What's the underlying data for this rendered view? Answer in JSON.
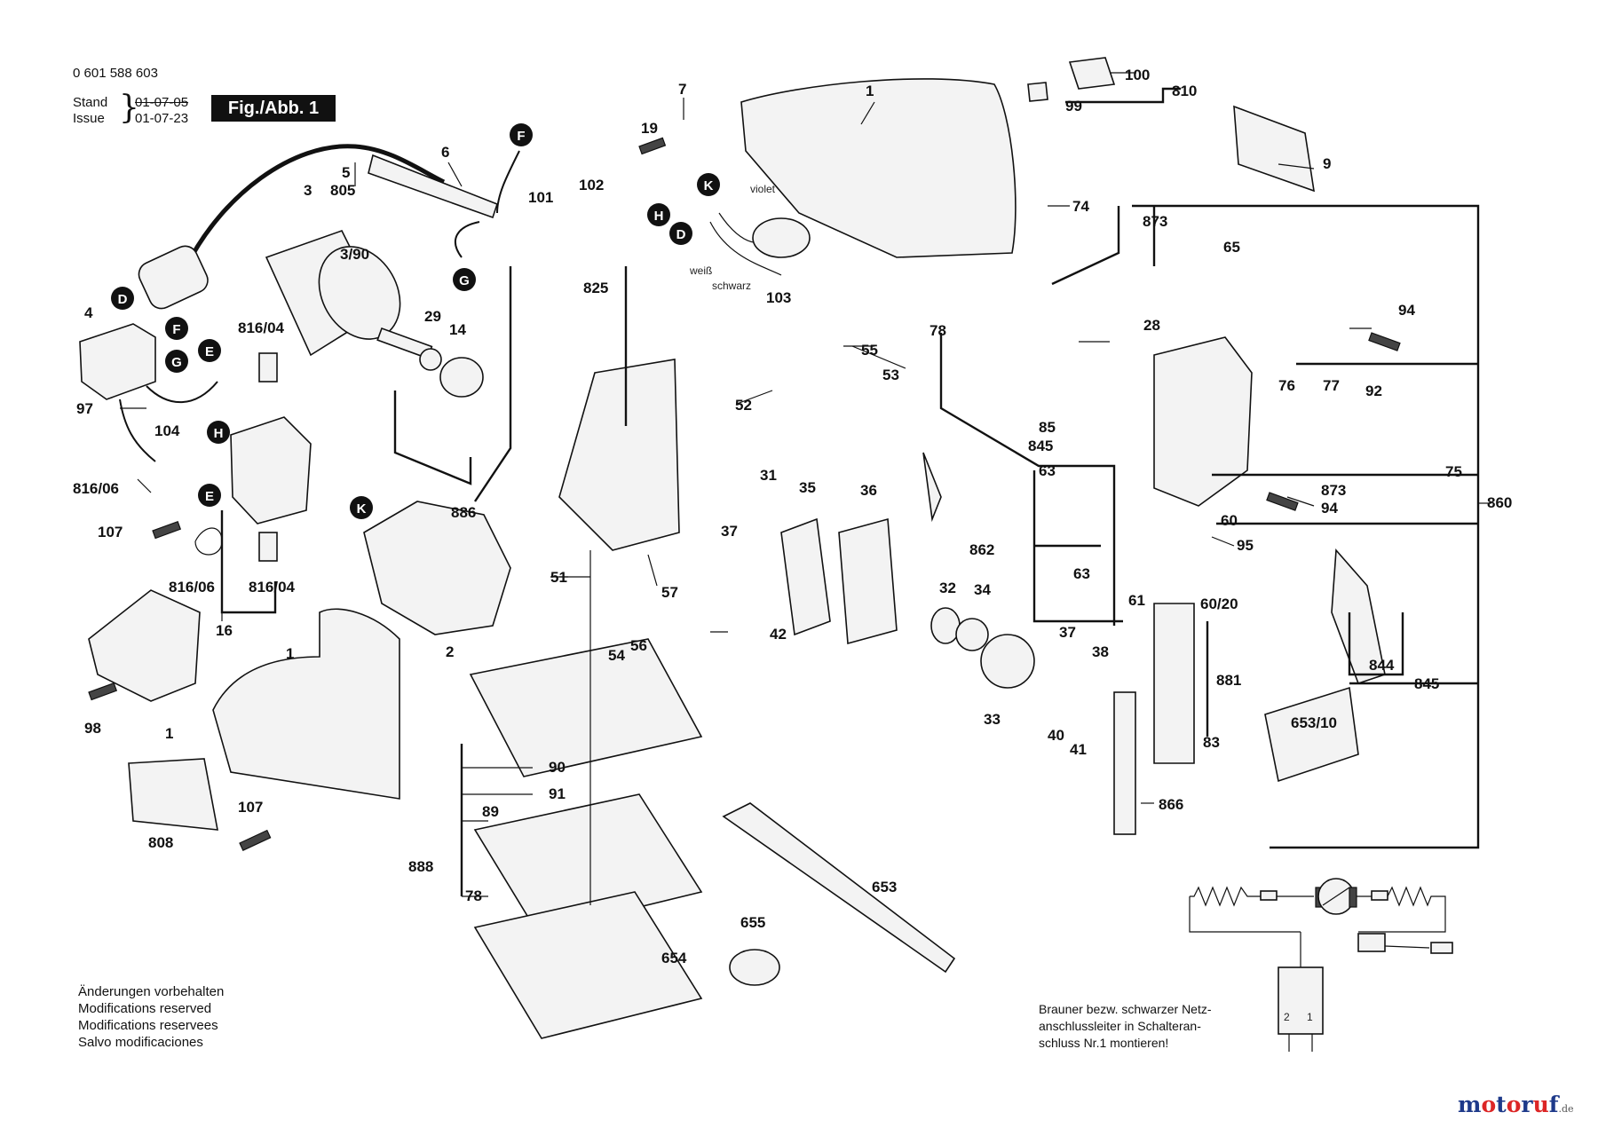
{
  "header": {
    "model_number": "0 601 588 603",
    "stand_label": "Stand",
    "issue_label": "Issue",
    "stand_date": "01-07-05",
    "issue_date": "01-07-23",
    "figure_label": "Fig./Abb. 1"
  },
  "part_labels": [
    "1",
    "1",
    "1",
    "2",
    "3",
    "3/90",
    "4",
    "5",
    "6",
    "7",
    "9",
    "14",
    "16",
    "19",
    "28",
    "29",
    "31",
    "32",
    "33",
    "34",
    "35",
    "36",
    "37",
    "37",
    "38",
    "40",
    "41",
    "42",
    "51",
    "52",
    "53",
    "54",
    "55",
    "56",
    "57",
    "60",
    "60/20",
    "61",
    "63",
    "63",
    "65",
    "74",
    "75",
    "76",
    "77",
    "78",
    "78",
    "83",
    "85",
    "89",
    "90",
    "91",
    "92",
    "94",
    "94",
    "95",
    "97",
    "98",
    "99",
    "100",
    "101",
    "102",
    "103",
    "104",
    "107",
    "107",
    "653",
    "653/10",
    "654",
    "655",
    "805",
    "808",
    "810",
    "816/04",
    "816/04",
    "816/06",
    "816/06",
    "825",
    "844",
    "845",
    "845",
    "860",
    "862",
    "866",
    "873",
    "873",
    "881",
    "886",
    "888"
  ],
  "connector_markers": [
    "D",
    "D",
    "E",
    "E",
    "F",
    "F",
    "G",
    "G",
    "H",
    "H",
    "K",
    "K"
  ],
  "wire_colors": {
    "violet": "violet",
    "white": "weiß",
    "black": "schwarz"
  },
  "schematic_terminals": [
    "2",
    "1"
  ],
  "notes": [
    "Änderungen vorbehalten",
    "Modifications reserved",
    "Modifications reservees",
    "Salvo modificaciones"
  ],
  "wiring_note": [
    "Brauner bezw. schwarzer Netz-",
    "anschlussleiter in Schalteran-",
    "schluss Nr.1 montieren!"
  ],
  "watermark": {
    "name": "motoruf",
    "tld": ".de"
  },
  "colors": {
    "ink": "#111111",
    "background": "#ffffff",
    "watermark_a": "#1e3a8a",
    "watermark_b": "#dc2626"
  }
}
